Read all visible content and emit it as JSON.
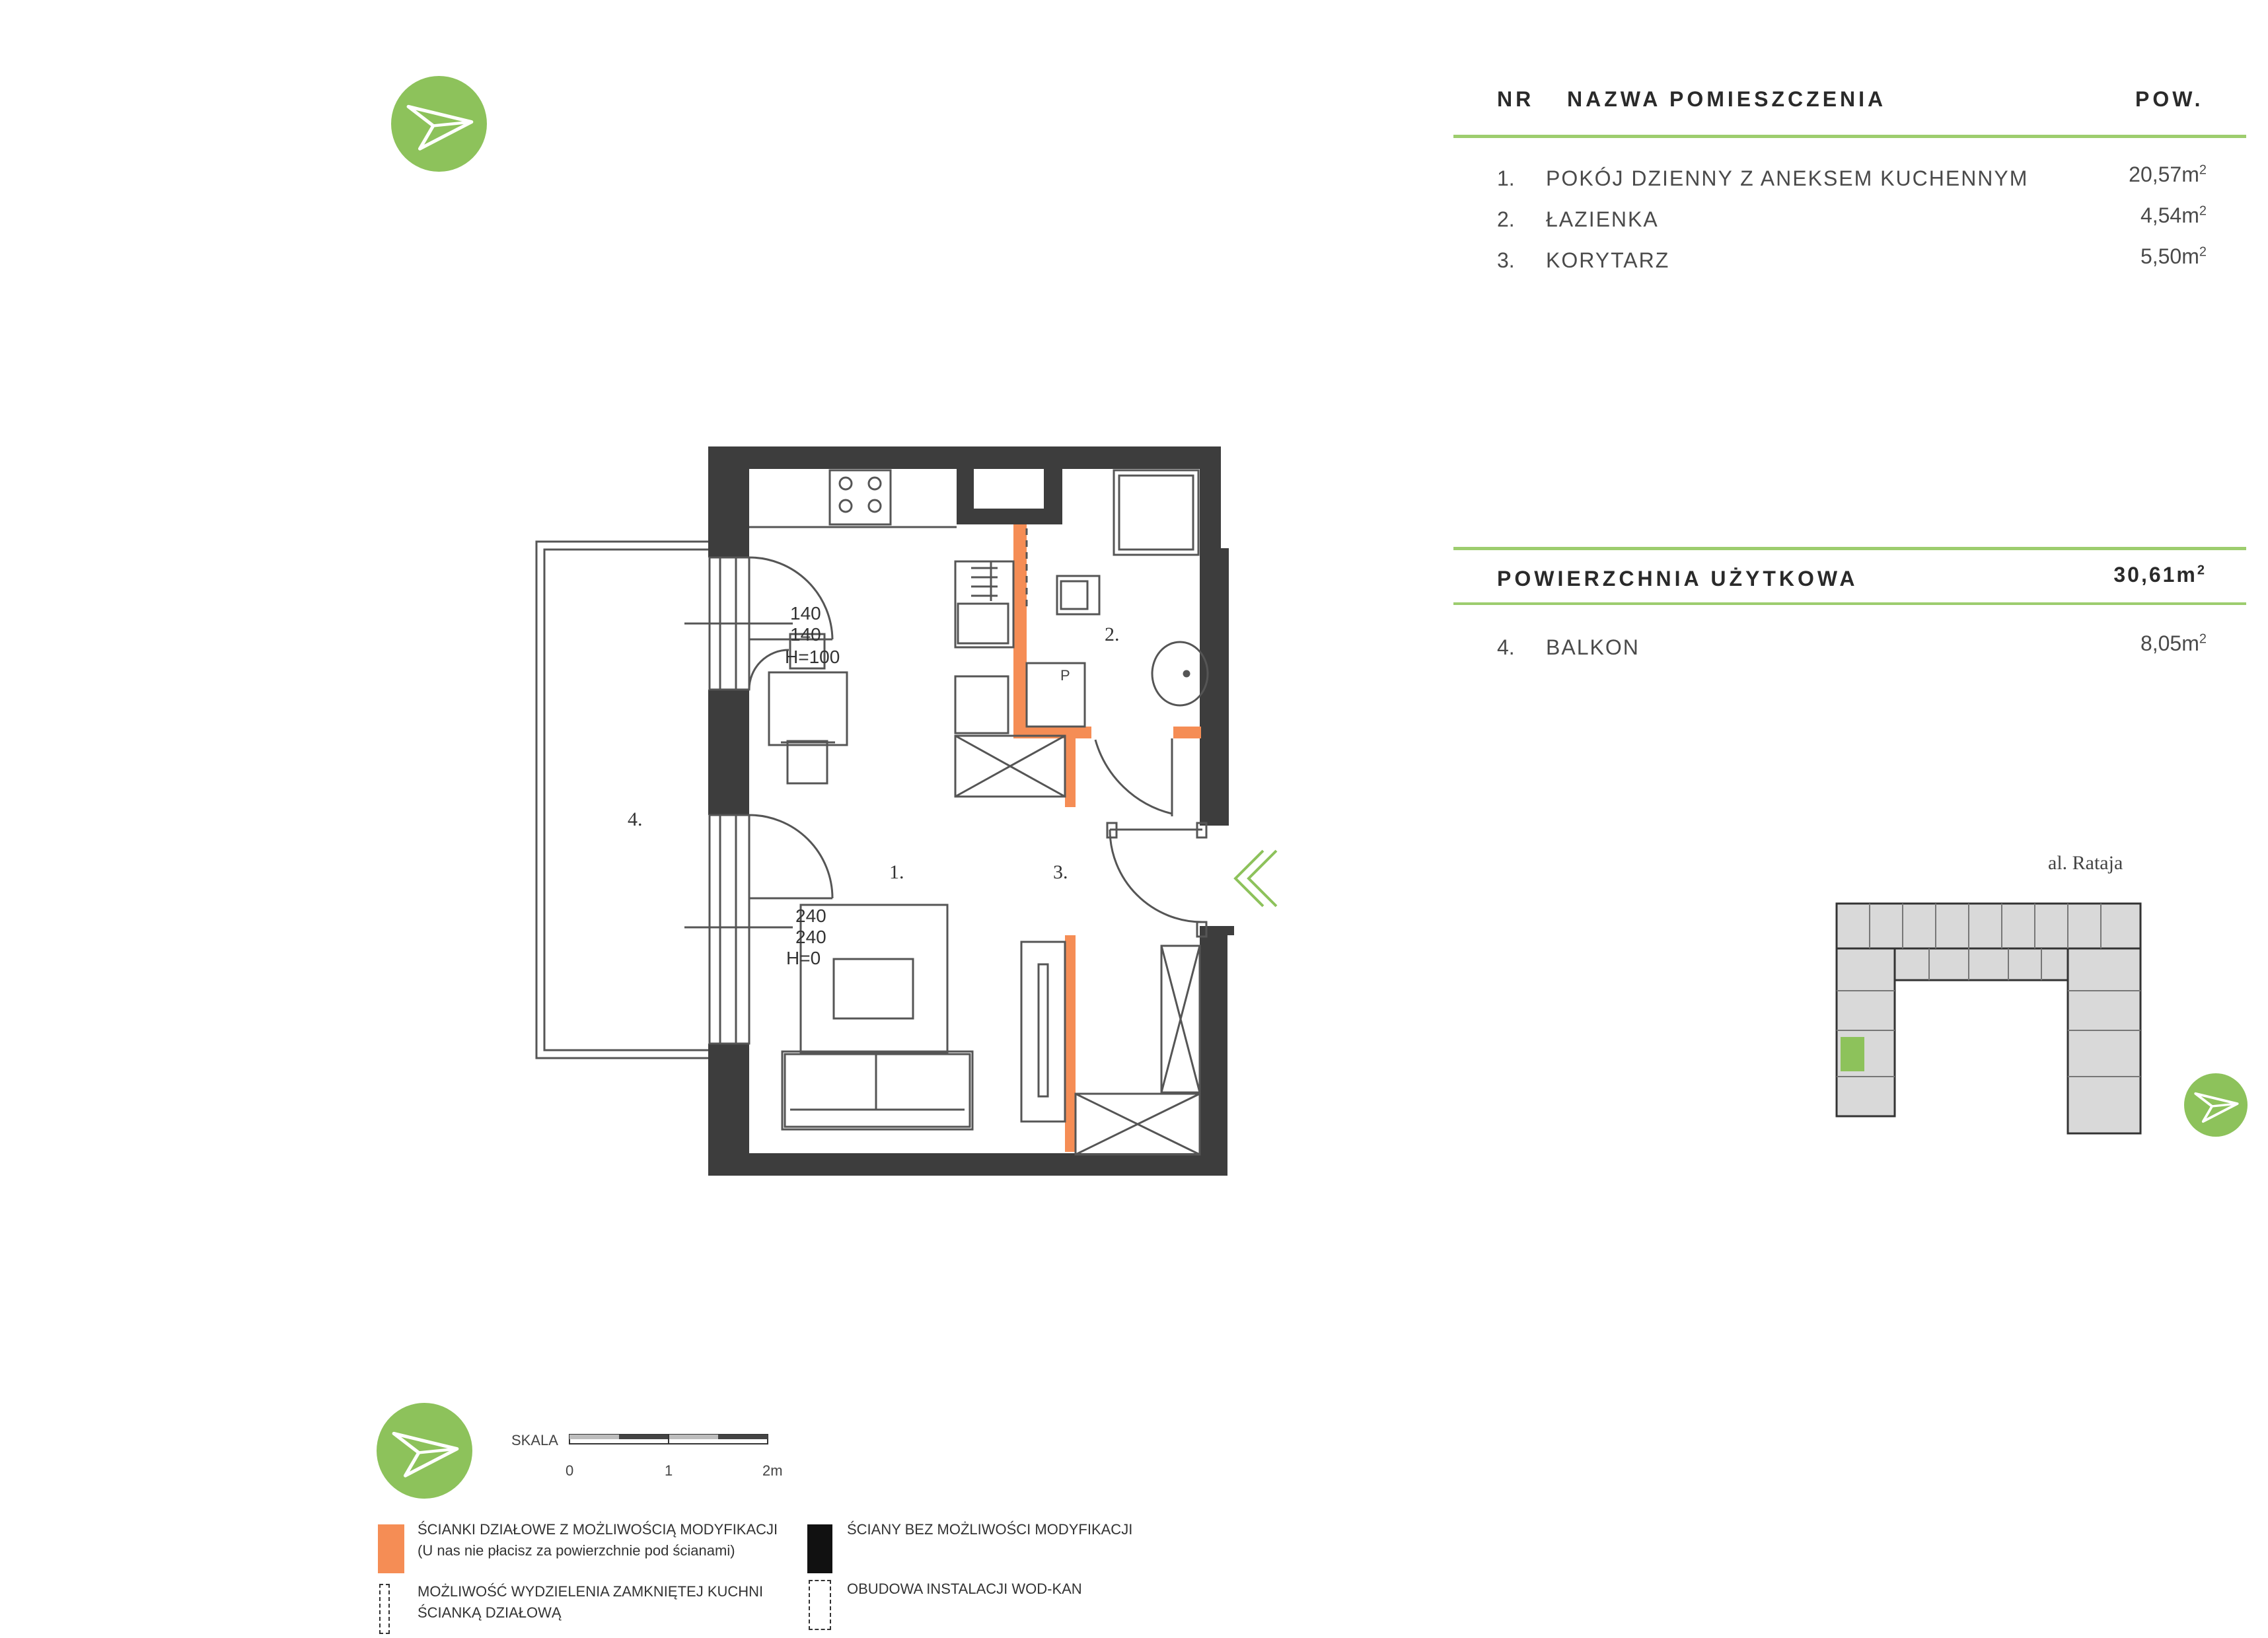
{
  "colors": {
    "accent_green": "#8dc25b",
    "line_green": "#9dcd6e",
    "wall_dark": "#3d3d3d",
    "wall_modifiable": "#f58d55"
  },
  "icons": {
    "north_arrow": "paper-plane-arrow-icon",
    "entrance": "double-chevron-left-icon"
  },
  "table": {
    "headers": {
      "nr": "NR",
      "name": "NAZWA POMIESZCZENIA",
      "area": "POW."
    },
    "rooms": [
      {
        "nr": "1.",
        "name": "POKÓJ DZIENNY Z ANEKSEM KUCHENNYM",
        "area": "20,57m",
        "sup": "2"
      },
      {
        "nr": "2.",
        "name": "ŁAZIENKA",
        "area": "4,54m",
        "sup": "2"
      },
      {
        "nr": "3.",
        "name": "KORYTARZ",
        "area": "5,50m",
        "sup": "2"
      }
    ],
    "total": {
      "label": "POWIERZCHNIA UŻYTKOWA",
      "area": "30,61m",
      "sup": "2"
    },
    "extra": [
      {
        "nr": "4.",
        "name": "BALKON",
        "area": "8,05m",
        "sup": "2"
      }
    ]
  },
  "plan": {
    "room_labels": [
      "1.",
      "2.",
      "3.",
      "4."
    ],
    "windows": [
      {
        "w1": "140",
        "w2": "140",
        "h": "H=100"
      },
      {
        "w1": "240",
        "w2": "240",
        "h": "H=0"
      }
    ],
    "bath_fixture_label": "P"
  },
  "site": {
    "street": "al. Rataja"
  },
  "scale": {
    "label": "SKALA",
    "ticks": [
      "0",
      "1",
      "2m"
    ]
  },
  "legend": [
    {
      "line1": "ŚCIANKI DZIAŁOWE Z MOŻLIWOŚCIĄ MODYFIKACJI",
      "line2": "(U nas nie płacisz za powierzchnie pod ścianami)"
    },
    {
      "line1": "ŚCIANY BEZ MOŻLIWOŚCI MODYFIKACJI",
      "line2": ""
    },
    {
      "line1": "MOŻLIWOŚĆ WYDZIELENIA ZAMKNIĘTEJ KUCHNI",
      "line2": "ŚCIANKĄ DZIAŁOWĄ"
    },
    {
      "line1": "OBUDOWA INSTALACJI WOD-KAN",
      "line2": ""
    }
  ]
}
